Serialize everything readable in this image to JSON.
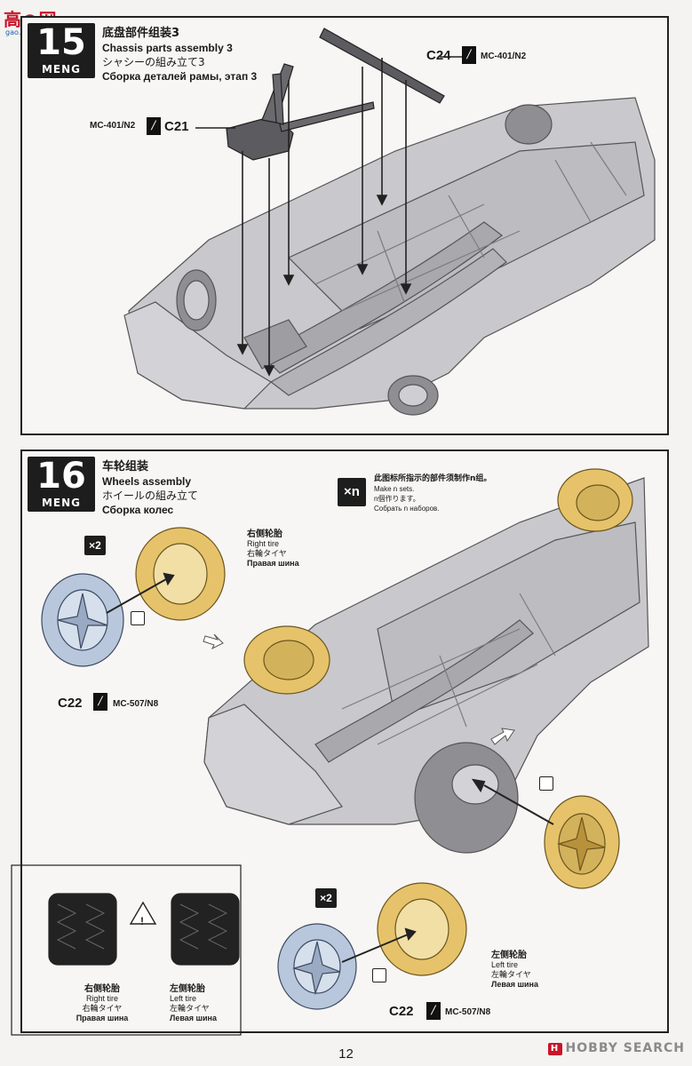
{
  "site_logo": {
    "text": "高●网",
    "url": "gao.shou.com"
  },
  "page_number": "12",
  "watermark": {
    "mark": "H",
    "text": "HOBBY SEARCH"
  },
  "step15": {
    "number": "15",
    "brand": "MENG",
    "title_cn": "底盘部件组装3",
    "title_en": "Chassis parts assembly 3",
    "title_jp": "シャシーの組み立て3",
    "title_ru": "Сборка деталей рамы, этап 3",
    "parts": [
      {
        "id": "C21",
        "paint": "MC-401/N2"
      },
      {
        "id": "C24",
        "paint": "MC-401/N2"
      }
    ]
  },
  "step16": {
    "number": "16",
    "brand": "MENG",
    "title_cn": "车轮组装",
    "title_en": "Wheels assembly",
    "title_jp": "ホイールの組み立て",
    "title_ru": "Сборка колес",
    "make_n_sets": {
      "icon": "×n",
      "cn": "此图标所指示的部件须制作n组。",
      "en": "Make n sets.",
      "jp": "n個作ります。",
      "ru": "Собрать n наборов."
    },
    "multiplier": "×2",
    "right_tire": {
      "cn": "右侧轮胎",
      "en": "Right tire",
      "jp": "右輪タイヤ",
      "ru": "Правая шина"
    },
    "left_tire": {
      "cn": "左侧轮胎",
      "en": "Left tire",
      "jp": "左輪タイヤ",
      "ru": "Левая шина"
    },
    "wheel_part": {
      "id": "C22",
      "paint": "MC-507/N8"
    },
    "caution_icon": "!"
  },
  "colors": {
    "chassis": "#c9c8cc",
    "chassis_dark": "#8f8e93",
    "tire": "#e6c36a",
    "tire_dark": "#b8923a",
    "rim": "#b9c7dc",
    "ink": "#1d1d1d"
  }
}
